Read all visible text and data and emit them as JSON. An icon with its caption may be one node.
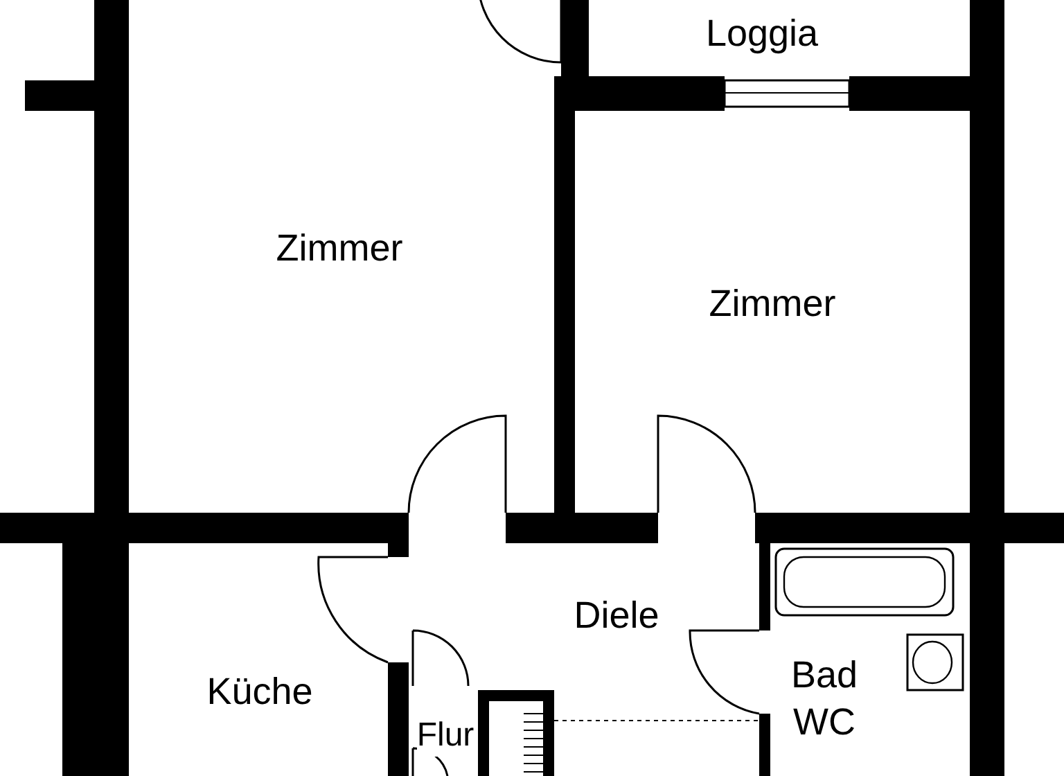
{
  "diagram": {
    "nodes": [
      {
        "text": [
          "Loggia"
        ]
      },
      {
        "text": [
          "Zimmer"
        ]
      },
      {
        "text": [
          "Zimmer"
        ]
      },
      {
        "text": [
          "Diele"
        ]
      },
      {
        "text": [
          "Bad WC"
        ]
      },
      {
        "text": [
          "Küche"
        ]
      },
      {
        "text": [
          "Flur"
        ]
      }
    ]
  }
}
